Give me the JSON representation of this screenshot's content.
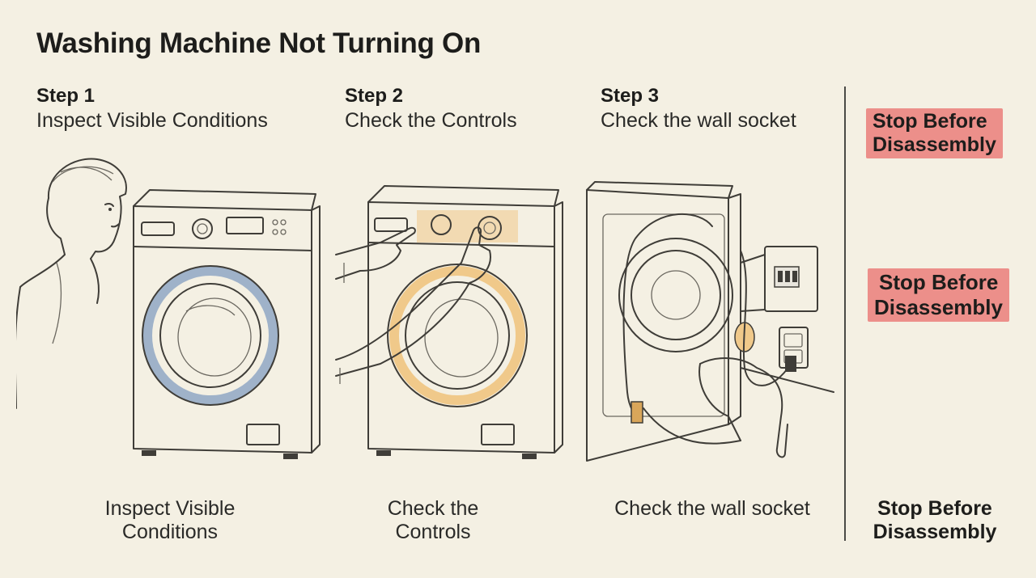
{
  "title": "Washing Machine Not Turning On",
  "steps": [
    {
      "label": "Step 1",
      "desc": "Inspect Visible Conditions",
      "caption_line1": "Inspect Visible",
      "caption_line2": "Conditions"
    },
    {
      "label": "Step 2",
      "desc": "Check the Controls",
      "caption_line1": "Check the",
      "caption_line2": "Controls"
    },
    {
      "label": "Step 3",
      "desc": "Check the wall socket",
      "caption_line1": "Check the wall socket",
      "caption_line2": ""
    }
  ],
  "warning": {
    "line1": "Stop Before",
    "line2": "Disassembly",
    "color": "#ec8f8a"
  },
  "colors": {
    "background": "#f4f0e3",
    "drum_ring": "#9fb2c9",
    "control_highlight": "#f0c98a"
  }
}
